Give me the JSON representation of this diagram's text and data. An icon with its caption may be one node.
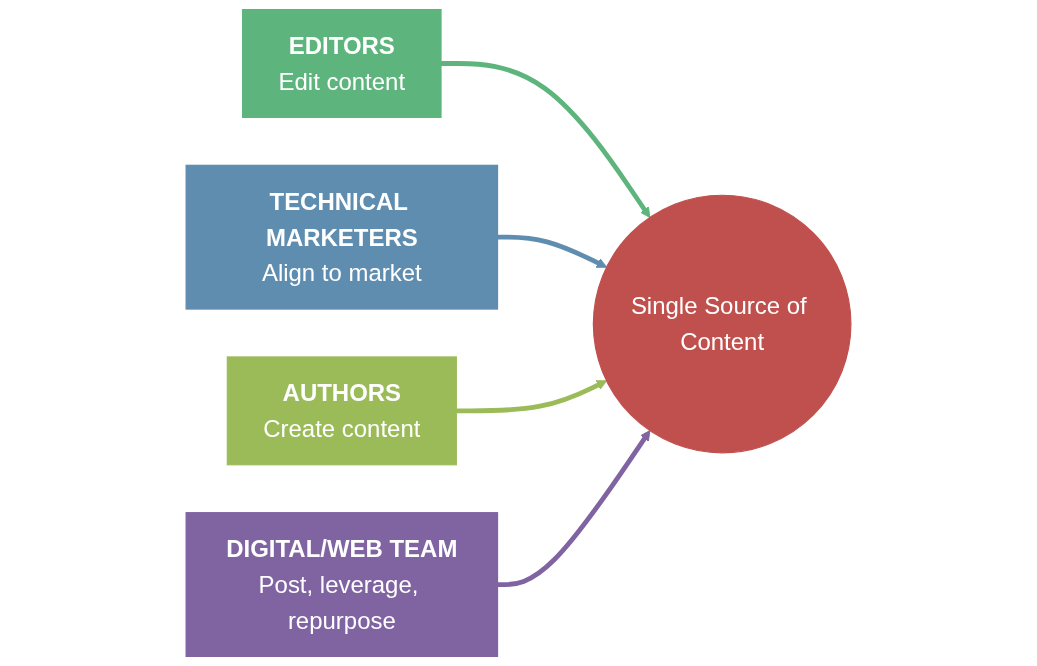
{
  "diagram": {
    "nodes": [
      {
        "text": [
          "EDITORS",
          "Edit content"
        ]
      },
      {
        "text": [
          "TECHNICAL MARKETERS",
          "Align to market"
        ]
      },
      {
        "text": [
          "AUTHORS",
          "Create content"
        ]
      },
      {
        "text": [
          "Single Source of Content"
        ]
      },
      {
        "text": [
          "DIGITAL/WEB TEAM",
          "Post, leverage, repurpose"
        ]
      }
    ],
    "edges": [
      {
        "from": 0,
        "to": 3,
        "arrow": "to",
        "color": "#5db57d"
      },
      {
        "from": 1,
        "to": 3,
        "arrow": "to",
        "color": "#5f8db0"
      },
      {
        "from": 2,
        "to": 3,
        "arrow": "to",
        "color": "#9bbb59"
      },
      {
        "from": 4,
        "to": 3,
        "arrow": "to",
        "color": "#8064a2"
      }
    ]
  }
}
